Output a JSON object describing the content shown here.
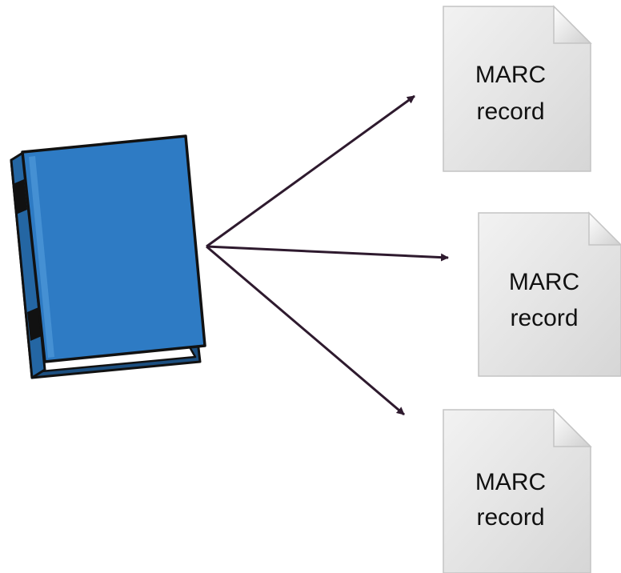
{
  "documents": [
    {
      "line1": "MARC",
      "line2": "record"
    },
    {
      "line1": "MARC",
      "line2": "record"
    },
    {
      "line1": "MARC",
      "line2": "record"
    }
  ],
  "colors": {
    "book_cover": "#2e7bc4",
    "book_outline": "#111111",
    "arrow": "#2e1a2e",
    "document_fill": "#e4e4e4",
    "document_edge": "#c8c8c8"
  },
  "icons": {
    "source": "book-icon",
    "target": "document-icon"
  }
}
